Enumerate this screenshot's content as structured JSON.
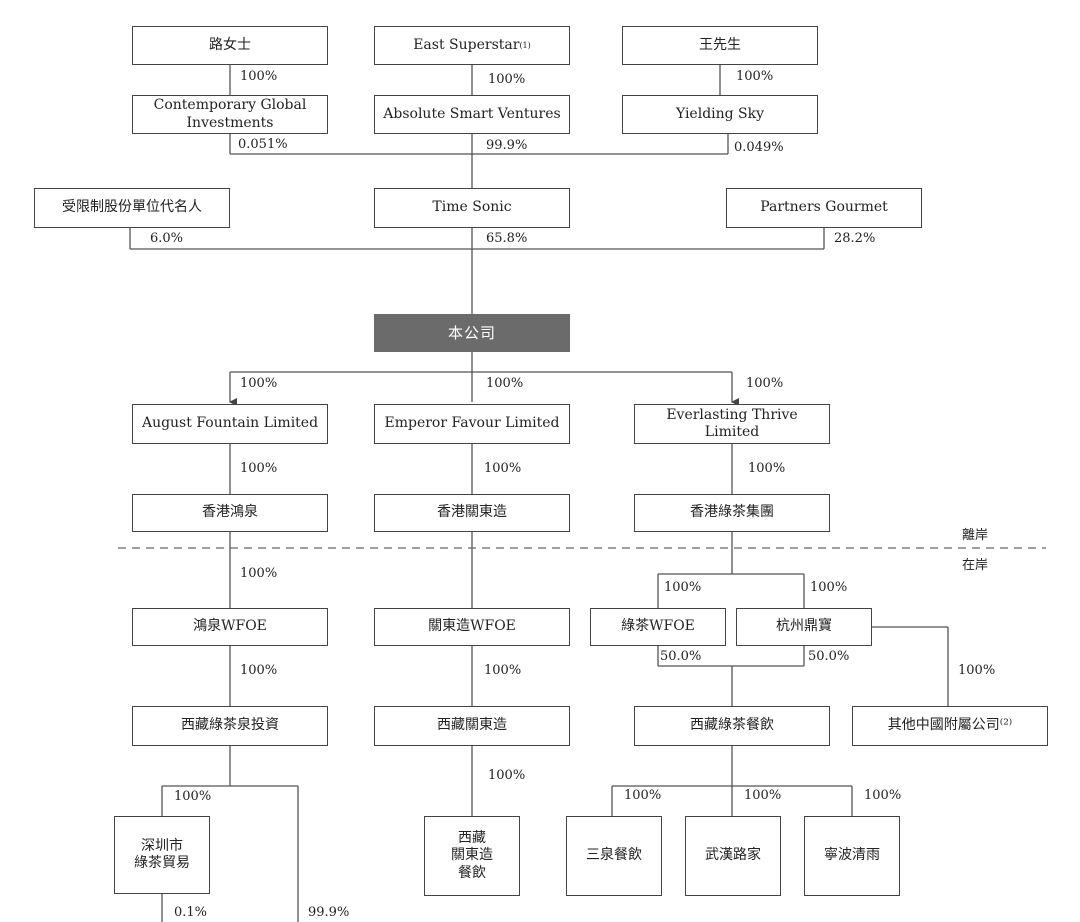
{
  "nodes": {
    "lu": "路女士",
    "east_superstar": "East Superstar",
    "east_superstar_note": "(1)",
    "wang": "王先生",
    "contemporary_global": "Contemporary Global\nInvestments",
    "absolute_smart": "Absolute Smart Ventures",
    "yielding_sky": "Yielding Sky",
    "restricted_nominee": "受限制股份單位代名人",
    "time_sonic": "Time Sonic",
    "partners_gourmet": "Partners Gourmet",
    "company": "本公司",
    "august_fountain": "August Fountain Limited",
    "emperor_favour": "Emperor Favour Limited",
    "everlasting_thrive": "Everlasting Thrive\nLimited",
    "hk_hongquan": "香港鴻泉",
    "hk_guandongzao": "香港關東造",
    "hk_lvcha": "香港綠茶集團",
    "hongquan_wfoe": "鴻泉WFOE",
    "guandongzao_wfoe": "關東造WFOE",
    "lvcha_wfoe": "綠茶WFOE",
    "hangzhou_dingbao": "杭州鼎寶",
    "xizang_lvcha_quan": "西藏綠茶泉投資",
    "xizang_guandongzao": "西藏關東造",
    "xizang_lvcha_canyin": "西藏綠茶餐飲",
    "other_prc": "其他中國附屬公司⁽²⁾",
    "shenzhen_lvcha": "深圳市\n綠茶貿易",
    "xizang_gdz_canyin": "西藏\n關東造\n餐飲",
    "sanquan": "三泉餐飲",
    "wuhan_lujia": "武漢路家",
    "ningbo_qingyu": "寧波清雨"
  },
  "percentages": {
    "lu_cgi": "100%",
    "east_asv": "100%",
    "wang_ys": "100%",
    "cgi_ts": "0.051%",
    "asv_ts": "99.9%",
    "ys_ts": "0.049%",
    "nominee_co": "6.0%",
    "ts_co": "65.8%",
    "pg_co": "28.2%",
    "co_august": "100%",
    "co_emperor": "100%",
    "co_everlasting": "100%",
    "august_hkhq": "100%",
    "emperor_hkgdz": "100%",
    "everlasting_hklc": "100%",
    "hkhq_wfoe": "100%",
    "hklc_lcwfoe": "100%",
    "hklc_hzdb": "100%",
    "hqwfoe_xz": "100%",
    "gdzwfoe_xz": "100%",
    "lcwfoe_xzcy": "50.0%",
    "hzdb_xzcy": "50.0%",
    "hzdb_other": "100%",
    "xzlcq_sz_a": "100%",
    "xzgdz_cy": "100%",
    "xzcy_sanquan": "100%",
    "xzcy_wuhan": "100%",
    "xzcy_ningbo": "100%",
    "sz_a": "0.1%",
    "sz_b": "99.9%"
  },
  "zones": {
    "offshore": "離岸",
    "onshore": "在岸"
  }
}
